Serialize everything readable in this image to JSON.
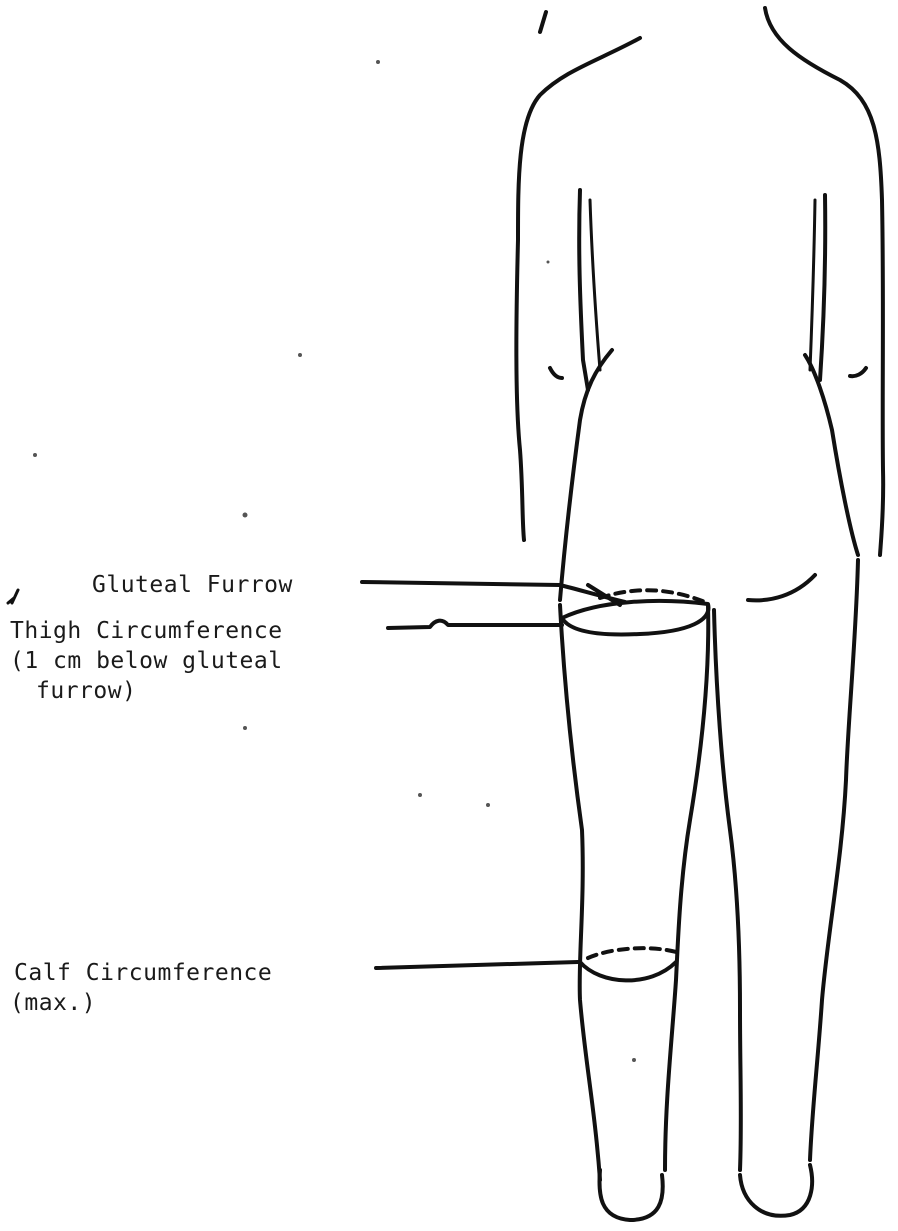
{
  "figure": {
    "labels": {
      "gluteal_furrow": "Gluteal Furrow",
      "thigh_line1": "Thigh Circumference",
      "thigh_line2": "(1 cm below gluteal",
      "thigh_line3": "furrow)",
      "calf_line1": "Calf Circumference",
      "calf_line2": "(max.)"
    }
  }
}
